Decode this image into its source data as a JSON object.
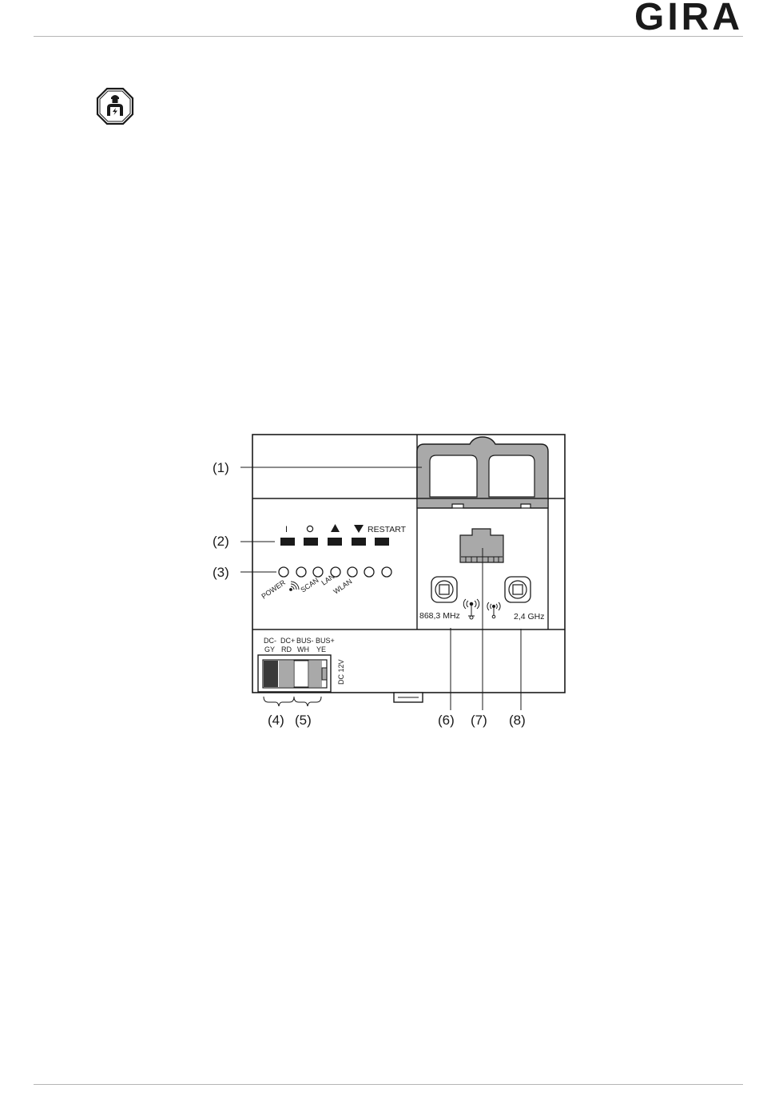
{
  "header": {
    "brand": "GIRA"
  },
  "figure": {
    "callouts": [
      "(1)",
      "(2)",
      "(3)",
      "(4)",
      "(5)",
      "(6)",
      "(7)",
      "(8)"
    ],
    "button_labels": {
      "on": "I",
      "off": "O",
      "restart": "RESTART"
    },
    "led_labels": [
      "POWER",
      "SCAN",
      "LAN",
      "WLAN"
    ],
    "terminal_labels": {
      "dc_minus": "DC-",
      "dc_minus_color": "GY",
      "dc_plus": "DC+",
      "dc_plus_color": "RD",
      "bus_minus": "BUS-",
      "bus_minus_color": "WH",
      "bus_plus": "BUS+",
      "bus_plus_color": "YE",
      "voltage": "DC 12V"
    },
    "antenna_labels": {
      "left": "868,3 MHz",
      "right": "2,4 GHz"
    }
  }
}
